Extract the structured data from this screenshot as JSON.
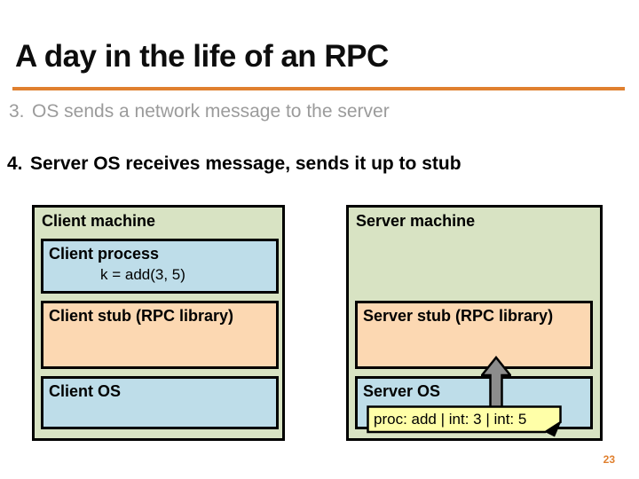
{
  "slide": {
    "title": "A day in the life of an RPC",
    "page_number": "23"
  },
  "steps": [
    {
      "number": "3.",
      "text": "OS sends a network message to the server"
    },
    {
      "number": "4.",
      "text": "Server OS receives message, sends it up to stub"
    }
  ],
  "diagram": {
    "client_machine": {
      "label": "Client machine",
      "process": {
        "label": "Client process",
        "code": "k = add(3, 5)"
      },
      "stub": {
        "label": "Client stub (RPC library)"
      },
      "os": {
        "label": "Client OS"
      }
    },
    "server_machine": {
      "label": "Server machine",
      "stub": {
        "label": "Server stub (RPC library)"
      },
      "os": {
        "label": "Server OS"
      },
      "message_note": {
        "text": "proc: add | int: 3 | int: 5"
      },
      "arrow_icon": "up-arrow"
    },
    "colors": {
      "machine_bg": "#d8e3c3",
      "process_os_bg": "#bedde9",
      "stub_bg": "#fcd8b2",
      "note_bg": "#ffffa8",
      "arrow_fill": "#8c8c8c",
      "accent_orange": "#e0802f",
      "step_muted_gray": "#9b9b9b"
    }
  }
}
